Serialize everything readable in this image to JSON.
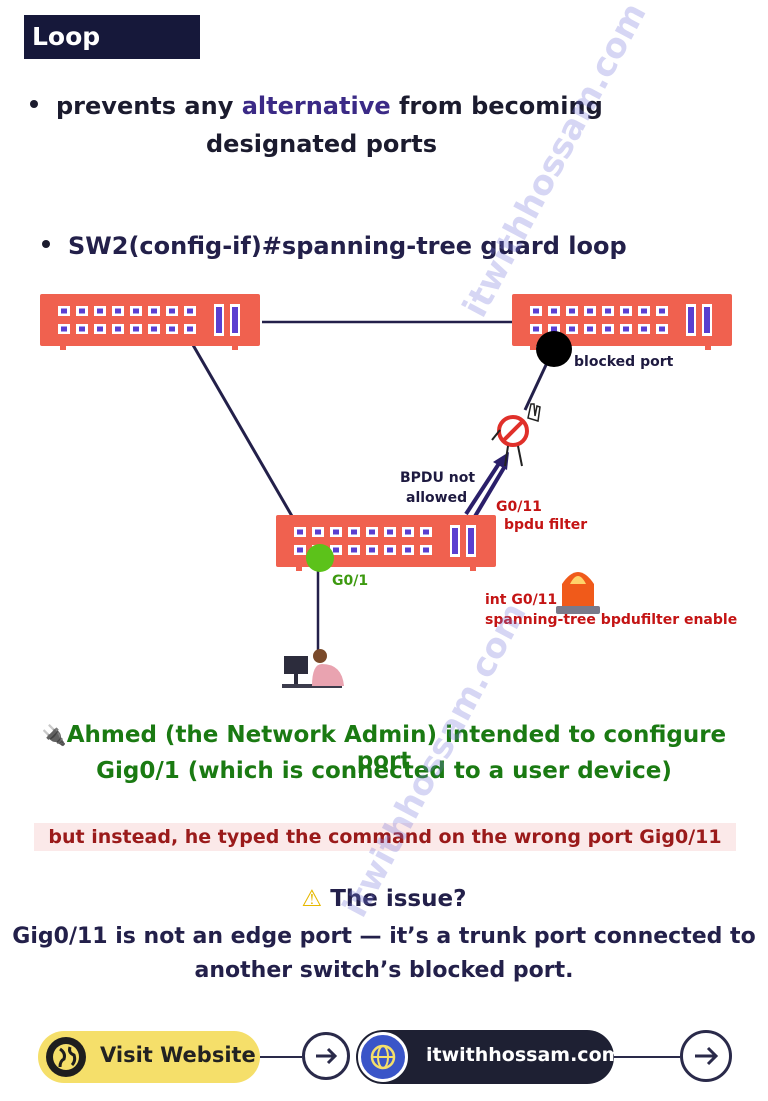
{
  "title": "Loop Guard:",
  "bullet1": {
    "pre": "prevents any ",
    "highlight": "alternative",
    "post": " from becoming",
    "line2": "designated ports"
  },
  "bullet2": "SW2(config-if)#spanning-tree guard loop",
  "diagram": {
    "label_blocked": "blocked port",
    "label_bpdu1": "BPDU not",
    "label_bpdu2": "allowed",
    "label_g011": "G0/11",
    "label_filter": "bpdu filter",
    "label_g01": "G0/1",
    "label_cmd1": "int G0/11",
    "label_cmd2": "spanning-tree bpdufilter enable",
    "colors": {
      "switch": "#f0614f",
      "port": "#5a3fd0",
      "link": "#23204a",
      "blocked": "#000000",
      "edge_port": "#5cc21a"
    }
  },
  "story": {
    "line1": "Ahmed (the Network Admin) intended to configure port",
    "line2": "Gig0/1 (which is connected to a user device)",
    "wrong": "but instead, he typed the command on the wrong port Gig0/11",
    "issue": "The issue?",
    "explain1": "Gig0/11 is not an edge port — it’s a trunk port connected to",
    "explain2": "another switch’s blocked port."
  },
  "footer": {
    "visit_label": "Visit Website",
    "site": "itwithhossam.com"
  },
  "watermark": "itwithhossam.com"
}
